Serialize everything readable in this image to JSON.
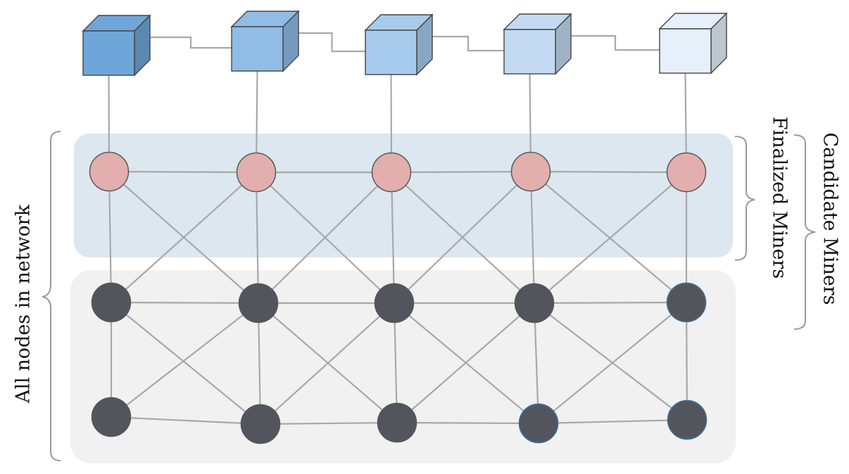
{
  "labels": {
    "left_bracket": "All nodes in network",
    "finalized": "Finalized Miners",
    "candidate": "Candidate Miners"
  },
  "colors": {
    "finalized_panel": "#dce7ef",
    "network_panel": "#f1f1f1",
    "miner_node": "#e3aeae",
    "network_node": "#52565c",
    "edge": "#a8a8a8",
    "block_shades": [
      "#6fa6da",
      "#90bce6",
      "#a7cbec",
      "#c3daf2",
      "#e6f0fa"
    ]
  },
  "blocks": [
    {
      "id": "block-1"
    },
    {
      "id": "block-2"
    },
    {
      "id": "block-3"
    },
    {
      "id": "block-4"
    },
    {
      "id": "block-5"
    }
  ],
  "miner_nodes": [
    {
      "id": "miner-1"
    },
    {
      "id": "miner-2"
    },
    {
      "id": "miner-3"
    },
    {
      "id": "miner-4"
    },
    {
      "id": "miner-5"
    }
  ],
  "candidate_nodes": [
    {
      "id": "candidate-1"
    },
    {
      "id": "candidate-2"
    },
    {
      "id": "candidate-3"
    },
    {
      "id": "candidate-4"
    },
    {
      "id": "candidate-5"
    }
  ],
  "other_nodes": [
    {
      "id": "node-1"
    },
    {
      "id": "node-2"
    },
    {
      "id": "node-3"
    },
    {
      "id": "node-4"
    },
    {
      "id": "node-5"
    }
  ]
}
